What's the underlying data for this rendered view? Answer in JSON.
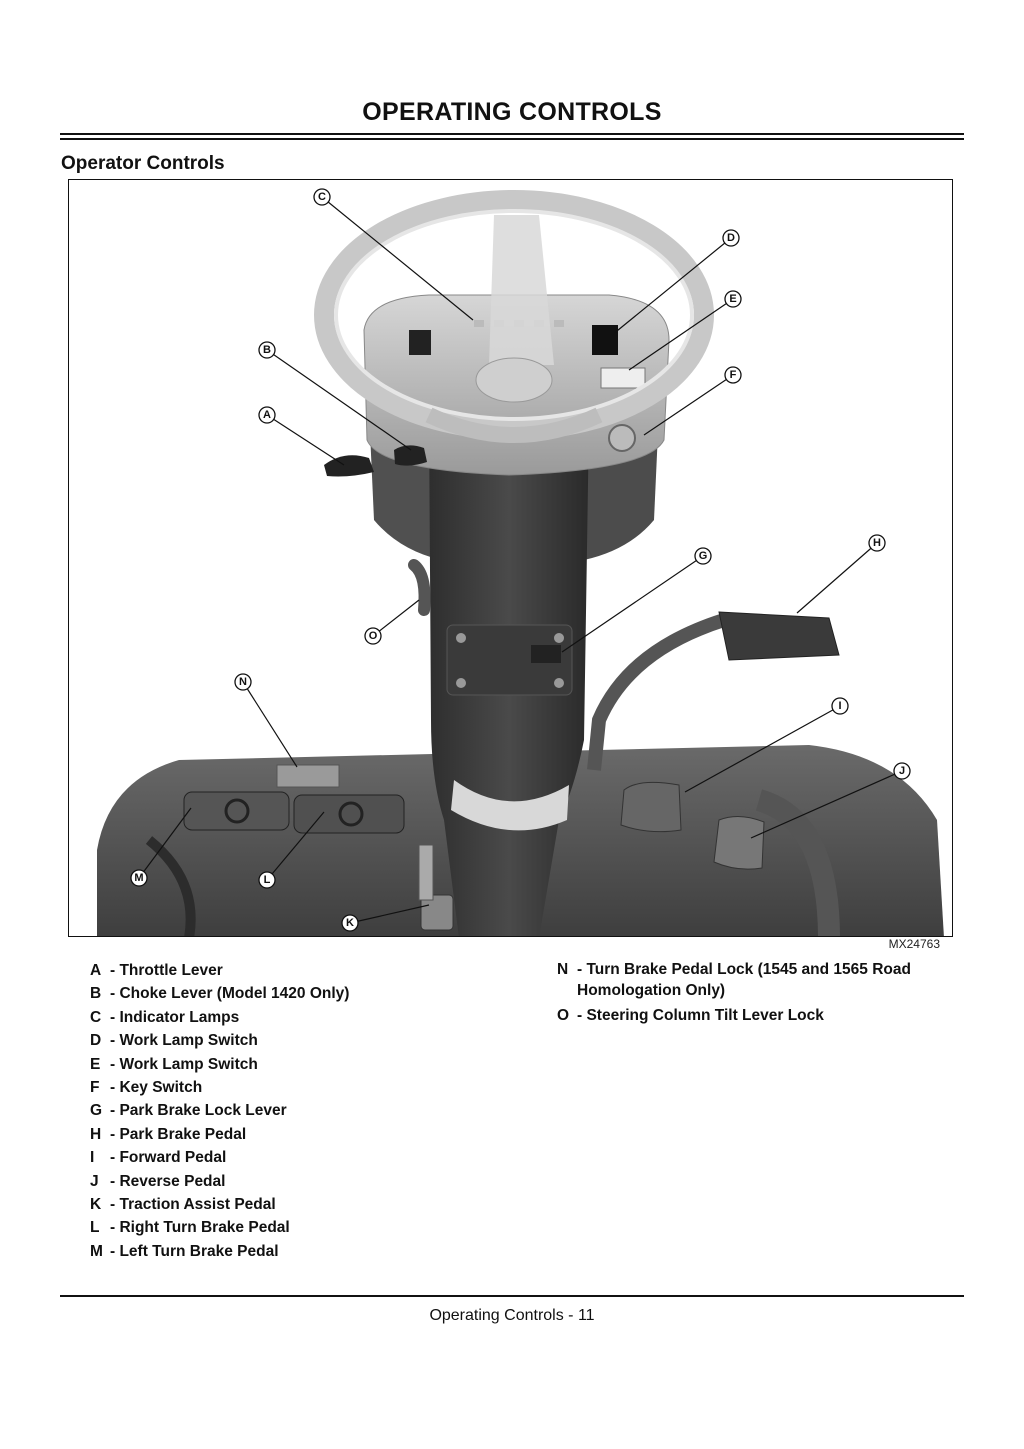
{
  "page": {
    "title": "OPERATING CONTROLS",
    "section_title": "Operator Controls",
    "figure_code": "MX24763",
    "footer": "Operating Controls - 11"
  },
  "figure_callouts": [
    "A",
    "B",
    "C",
    "D",
    "E",
    "F",
    "G",
    "H",
    "I",
    "J",
    "K",
    "L",
    "M",
    "N",
    "O"
  ],
  "legend_left": [
    {
      "key": "A",
      "text": "- Throttle Lever"
    },
    {
      "key": "B",
      "text": "- Choke Lever (Model 1420 Only)"
    },
    {
      "key": "C",
      "text": "- Indicator Lamps"
    },
    {
      "key": "D",
      "text": "- Work Lamp Switch"
    },
    {
      "key": "E",
      "text": "- Work Lamp Switch"
    },
    {
      "key": "F",
      "text": "- Key Switch"
    },
    {
      "key": "G",
      "text": "- Park Brake Lock Lever"
    },
    {
      "key": "H",
      "text": "- Park Brake Pedal"
    },
    {
      "key": "I",
      "text": "- Forward Pedal"
    },
    {
      "key": "J",
      "text": "- Reverse Pedal"
    },
    {
      "key": "K",
      "text": "- Traction Assist Pedal"
    },
    {
      "key": "L",
      "text": "- Right Turn Brake Pedal"
    },
    {
      "key": "M",
      "text": "- Left Turn Brake Pedal"
    }
  ],
  "legend_right": [
    {
      "key": "N",
      "text": "- Turn Brake Pedal Lock (1545 and 1565 Road Homologation Only)"
    },
    {
      "key": "O",
      "text": "- Steering Column Tilt Lever Lock"
    }
  ]
}
